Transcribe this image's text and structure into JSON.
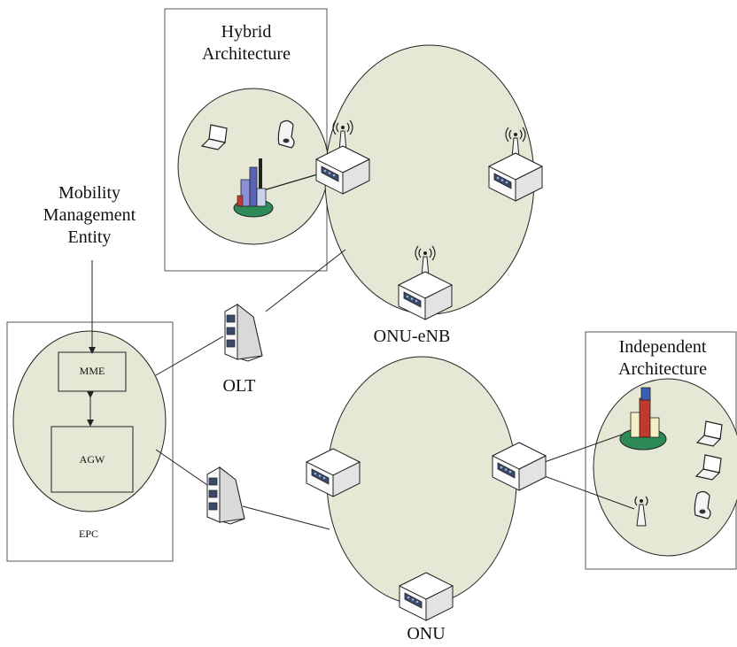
{
  "labels": {
    "hybrid_line1": "Hybrid",
    "hybrid_line2": "Architecture",
    "mobility_line1": "Mobility",
    "mobility_line2": "Management",
    "mobility_line3": "Entity",
    "independent_line1": "Independent",
    "independent_line2": "Architecture",
    "onu_enb": "ONU-eNB",
    "olt": "OLT",
    "onu": "ONU",
    "mme": "MME",
    "agw": "AGW",
    "epc": "EPC"
  },
  "colors": {
    "ellipse_fill": "#e6e8d6",
    "stroke": "#222222",
    "device_body": "#f4f4f4",
    "device_panel": "#3a4a6b"
  }
}
